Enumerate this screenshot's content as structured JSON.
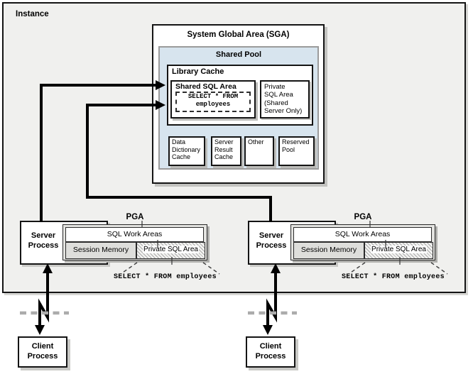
{
  "instance_label": "Instance",
  "sga": {
    "title": "System Global Area (SGA)",
    "shared_pool": {
      "title": "Shared Pool",
      "library_cache": {
        "title": "Library Cache",
        "shared_sql_area": {
          "title": "Shared SQL Area",
          "sql_lines": [
            "SELECT * FROM",
            "employees"
          ]
        },
        "private_sql_area_lines": [
          "Private",
          "SQL Area",
          "(Shared",
          "Server Only)"
        ]
      },
      "misc_boxes": [
        {
          "lines": [
            "Data",
            "Dictionary",
            "Cache"
          ]
        },
        {
          "lines": [
            "Server",
            "Result",
            "Cache"
          ]
        },
        {
          "lines": [
            "Other",
            "",
            ""
          ]
        },
        {
          "lines": [
            "Reserved",
            "Pool",
            ""
          ]
        }
      ]
    }
  },
  "pga_sections": [
    {
      "server_process_lines": [
        "Server",
        "Process"
      ],
      "pga_label": "PGA",
      "sql_work_areas": "SQL Work Areas",
      "session_memory": "Session Memory",
      "private_sql_area": "Private SQL Area",
      "callout_sql": "SELECT * FROM employees",
      "client_process_lines": [
        "Client",
        "Process"
      ]
    },
    {
      "server_process_lines": [
        "Server",
        "Process"
      ],
      "pga_label": "PGA",
      "sql_work_areas": "SQL Work Areas",
      "session_memory": "Session Memory",
      "private_sql_area": "Private SQL Area",
      "callout_sql": "SELECT * FROM employees",
      "client_process_lines": [
        "Client",
        "Process"
      ]
    }
  ],
  "colors": {
    "instance_bg": "#f0f0ee",
    "shared_pool_fill": "#d7e4ee",
    "shared_pool_border": "#9b9b9b",
    "pga_fill": "#e3e3e0",
    "session_memory_fill": "#dededb",
    "connector": "#000000",
    "network_dash": "#ababab"
  }
}
